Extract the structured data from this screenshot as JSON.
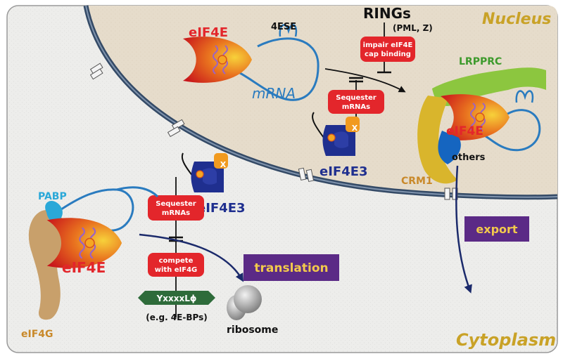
{
  "compartments": {
    "nucleus": "Nucleus",
    "cytoplasm": "Cytoplasm"
  },
  "molecules": {
    "eif4e_nucleus": "eIF4E",
    "mrna": "mRNA",
    "fourese": "4ESE",
    "rings": "RINGs",
    "rings_sub": "(PML, Z)",
    "lrpprc": "LRPPRC",
    "eif4e_export": "eIF4E",
    "others": "others",
    "crm1": "CRM1",
    "eif4e3_nucleus": "eIF4E3",
    "eif4e3_cyto": "eIF4E3",
    "x_label": "X",
    "pabp": "PABP",
    "eif4e_cyto": "eIF4E",
    "eif4g": "eIF4G",
    "motif": "YxxxxLϕ",
    "motif_example": "(e.g. 4E-BPs)",
    "ribosome": "ribosome"
  },
  "boxes": {
    "impair_line1": "impair eIF4E",
    "impair_line2": "cap binding",
    "sequester_nuc_line1": "Sequester",
    "sequester_nuc_line2": "mRNAs",
    "sequester_cyto_line1": "Sequester",
    "sequester_cyto_line2": "mRNAs",
    "compete_line1": "compete",
    "compete_line2": "with eIF4G"
  },
  "processes": {
    "export": "export",
    "translation": "translation"
  },
  "colors": {
    "eif4e_red": "#e3262b",
    "mrna_blue": "#2a7bbf",
    "eif4e3_navy": "#1f2f8f",
    "x_orange": "#f19a1f",
    "lrpprc_green": "#8cc63f",
    "crm1_yellow": "#d9b52c",
    "eif4g_tan": "#c8a06b",
    "pabp_cyan": "#2aa8d8",
    "process_purple": "#5b2a86",
    "compartment_gold": "#c9a227"
  }
}
